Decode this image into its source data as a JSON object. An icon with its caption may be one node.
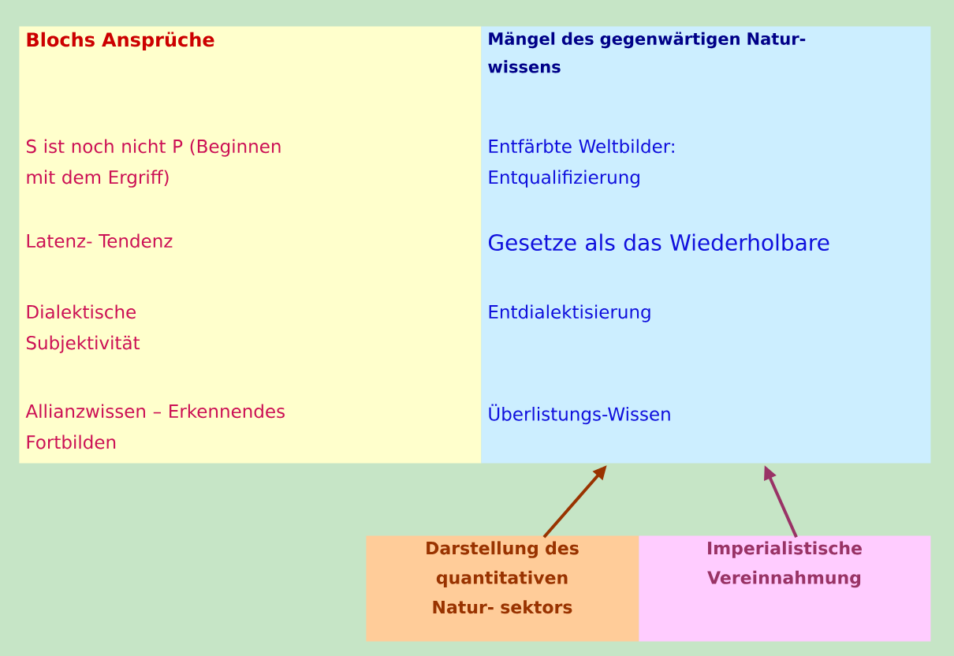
{
  "diagram": {
    "nodes": [
      {
        "text": [
          "Blochs Ansprüche",
          "S ist noch nicht P (Beginnen mit dem Ergriff)",
          "Latenz- Tendenz",
          "Dialektische Subjektivität",
          "Allianzwissen – Erkennendes Fortbilden"
        ]
      },
      {
        "text": [
          "Mängel des gegenwärtigen Natur- wissens",
          "Entfärbte Weltbilder: Entqualifizierung",
          "Gesetze als das Wiederholbare",
          "Entdialektisierung",
          "Überlistungs-Wissen"
        ]
      },
      {
        "text": [
          "Darstellung des quantitativen Natur- sektors"
        ]
      },
      {
        "text": [
          "Imperialistische Vereinnahmung"
        ]
      }
    ],
    "edges": [
      {
        "from": 2,
        "to": 1,
        "arrow": "to",
        "color": "#993300"
      },
      {
        "from": 3,
        "to": 1,
        "arrow": "to",
        "color": "#993366"
      }
    ]
  }
}
